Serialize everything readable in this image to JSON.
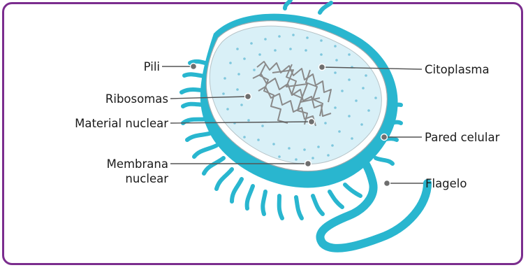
{
  "diagram": {
    "colors": {
      "frame": "#7b2d8e",
      "wall": "#29b6cf",
      "membrane": "#ffffff",
      "cytoplasm": "#d9f0f7",
      "dots": "#7fc7dd",
      "nucleoid": "#8a8a8a",
      "leader": "#555555"
    },
    "labels": {
      "pili": "Pili",
      "ribosomas": "Ribosomas",
      "material_nuclear": "Material nuclear",
      "membrana_line1": "Membrana",
      "membrana_line2": "nuclear",
      "citoplasma": "Citoplasma",
      "pared_celular": "Pared celular",
      "flagelo": "Flagelo"
    }
  }
}
